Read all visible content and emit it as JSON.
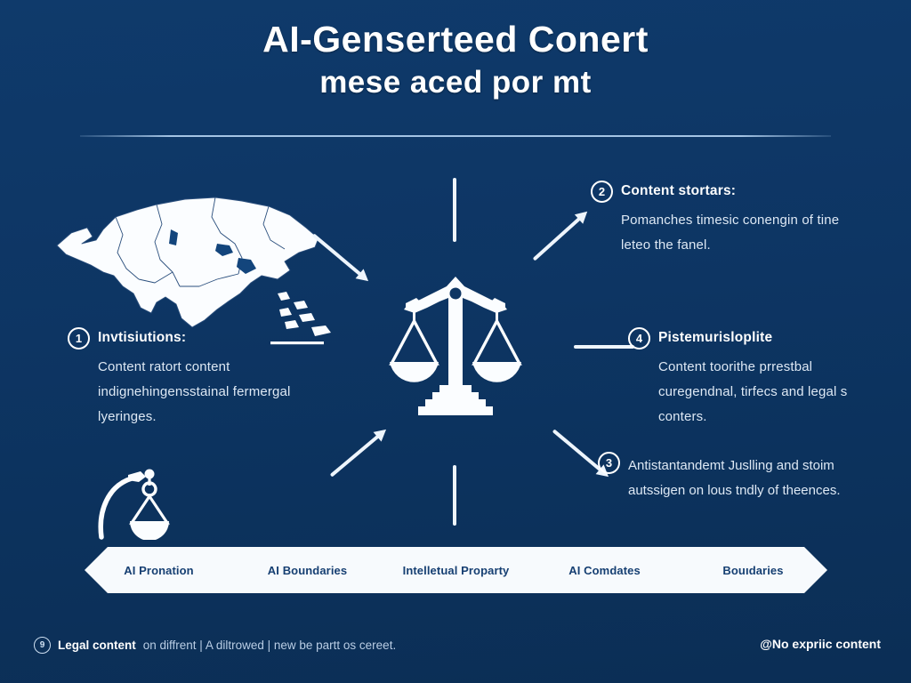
{
  "theme": {
    "background": "#0d3563",
    "text_primary": "#ffffff",
    "text_secondary": "#dde8f4",
    "banner_bg": "#f7fafd",
    "banner_text": "#163f72",
    "accent_line": "#eef5fc"
  },
  "header": {
    "title_line1": "AI-Genserteed Conert",
    "title_line2": "mese aced por mt"
  },
  "items": [
    {
      "number": "1",
      "title": "Invtisiutions:",
      "body": "Content ratort content indignehingensstainal fermergal lyeringes."
    },
    {
      "number": "2",
      "title": "Content stortars:",
      "body": "Pomanches timesic conengin of tine leteo the fanel."
    },
    {
      "number": "3",
      "title": "",
      "body": "Antistantandemt Juslling and stoim autssigen on lous tndly of theences."
    },
    {
      "number": "4",
      "title": "Pistemurisloplite",
      "body": "Content toorithe prrestbal curegendnal, tirfecs and legal s conters."
    }
  ],
  "banner": {
    "items": [
      "AI Pronation",
      "AI Boundaries",
      "Intelletual Proparty",
      "AI Comdates",
      "Bouıdaries"
    ]
  },
  "footer": {
    "badge": "9",
    "strong": "Legal content",
    "rest": "on diffrent  |  A diltrowed  |  new be partt os cereet.",
    "right": "@No expriic content"
  },
  "icons": {
    "center": "scales-of-justice-icon",
    "map": "world-map-icon",
    "mini": "balance-pan-icon"
  }
}
